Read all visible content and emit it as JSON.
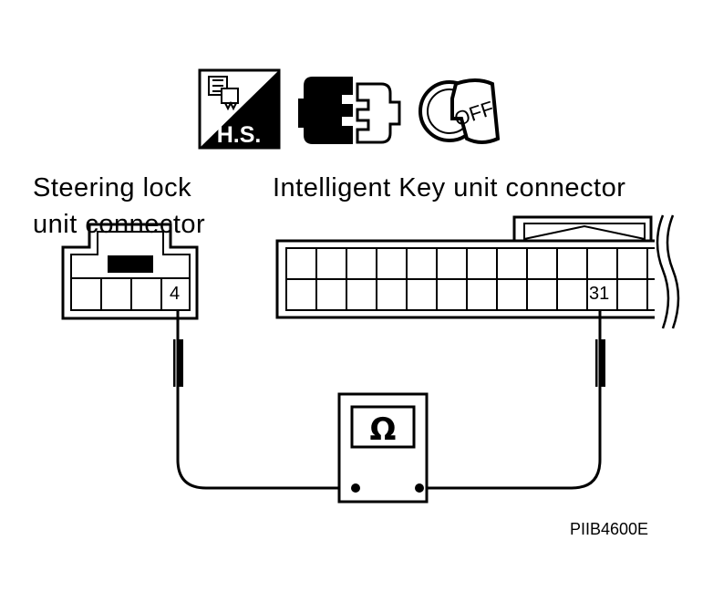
{
  "icons": {
    "harness_symbol": "harness-disconnect-icon",
    "harness_text": "H.S.",
    "connector_symbol": "connector-disconnect-icon",
    "key_symbol": "ignition-key-off-icon",
    "key_text": "OFF"
  },
  "steering_connector": {
    "label_line1": "Steering lock",
    "label_line2": "unit connector",
    "pin": "4"
  },
  "key_unit_connector": {
    "label": "Intelligent Key unit connector",
    "pin": "31"
  },
  "meter": {
    "symbol": "Ω",
    "icon": "ohmmeter-icon"
  },
  "figure_code": "PIIB4600E"
}
